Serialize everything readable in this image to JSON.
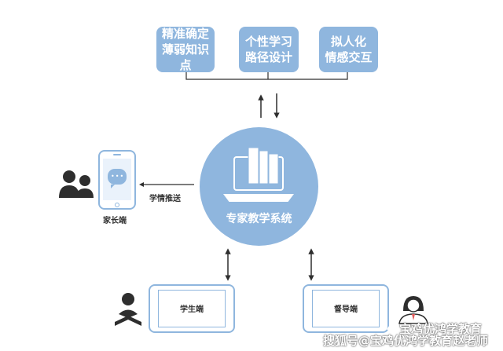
{
  "features": [
    {
      "line1": "精准确定",
      "line2": "薄弱知识点"
    },
    {
      "line1": "个性学习",
      "line2": "路径设计"
    },
    {
      "line1": "拟人化",
      "line2": "情感交互"
    }
  ],
  "center": {
    "label": "专家教学系统"
  },
  "parent": {
    "label": "家长端",
    "arrow_label": "学情推送"
  },
  "student": {
    "label": "学生端"
  },
  "supervisor": {
    "label": "督导端"
  },
  "watermark": {
    "line1": "宝鸡优鸿学教育",
    "line2": "搜狐号@宝鸡优鸿学教育赵老师"
  },
  "colors": {
    "accent": "#8fb6de",
    "text": "#333333",
    "icon": "#2e2e2e"
  },
  "icons": [
    "parents-icon",
    "phone-icon",
    "chat-icon",
    "laptop-books-icon",
    "student-reading-icon",
    "supervisor-icon",
    "watermark-logo-icon"
  ]
}
